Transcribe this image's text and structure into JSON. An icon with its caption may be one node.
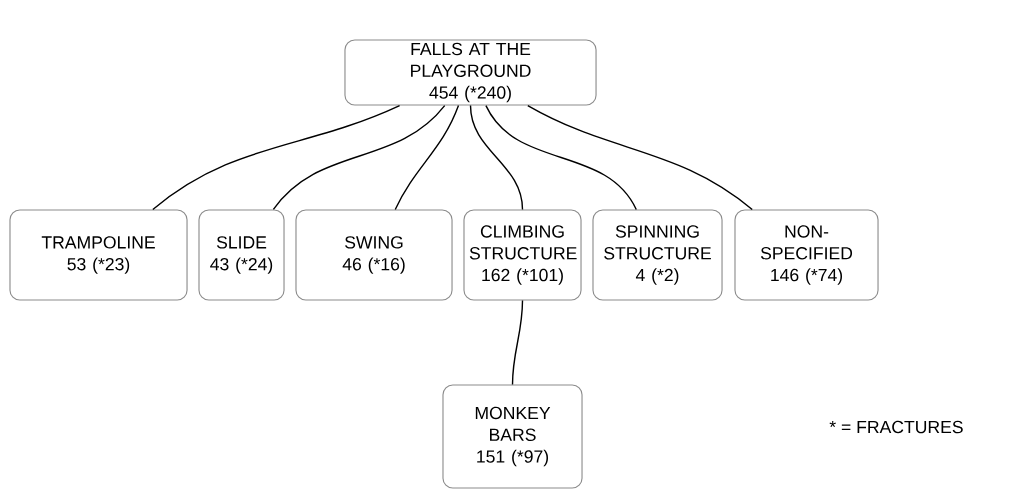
{
  "diagram": {
    "nodes": [
      {
        "text": [
          "FALLS AT THE PLAYGROUND",
          "454 (*240)"
        ]
      },
      {
        "text": [
          "TRAMPOLINE",
          "53 (*23)"
        ]
      },
      {
        "text": [
          "SLIDE",
          "43 (*24)"
        ]
      },
      {
        "text": [
          "SWING",
          "46 (*16)"
        ]
      },
      {
        "text": [
          "CLIMBING STRUCTURE",
          "162 (*101)"
        ]
      },
      {
        "text": [
          "SPINNING STRUCTURE",
          "4 (*2)"
        ]
      },
      {
        "text": [
          "NON-SPECIFIED",
          "146 (*74)"
        ]
      },
      {
        "text": [
          "MONKEY BARS",
          "151 (*97)"
        ]
      }
    ],
    "edges": [
      {
        "from": 0,
        "to": 1,
        "arrow": "none"
      },
      {
        "from": 0,
        "to": 2,
        "arrow": "none"
      },
      {
        "from": 0,
        "to": 3,
        "arrow": "none"
      },
      {
        "from": 0,
        "to": 4,
        "arrow": "none"
      },
      {
        "from": 0,
        "to": 5,
        "arrow": "none"
      },
      {
        "from": 0,
        "to": 6,
        "arrow": "none"
      },
      {
        "from": 4,
        "to": 7,
        "arrow": "none"
      }
    ],
    "labels": [
      "* = FRACTURES"
    ]
  }
}
